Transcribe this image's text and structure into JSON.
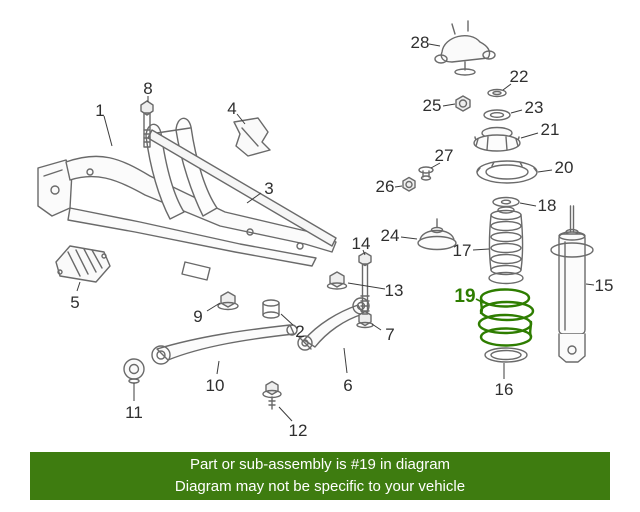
{
  "diagram": {
    "highlighted_part": "19",
    "colors": {
      "highlight": "#2e7d00",
      "line": "#666666",
      "banner_bg": "#3e7c10",
      "banner_text": "#ffffff"
    },
    "callouts": [
      {
        "n": "1"
      },
      {
        "n": "2"
      },
      {
        "n": "3"
      },
      {
        "n": "4"
      },
      {
        "n": "5"
      },
      {
        "n": "6"
      },
      {
        "n": "7"
      },
      {
        "n": "8"
      },
      {
        "n": "9"
      },
      {
        "n": "10"
      },
      {
        "n": "11"
      },
      {
        "n": "12"
      },
      {
        "n": "13"
      },
      {
        "n": "14"
      },
      {
        "n": "15"
      },
      {
        "n": "16"
      },
      {
        "n": "17"
      },
      {
        "n": "18"
      },
      {
        "n": "19"
      },
      {
        "n": "20"
      },
      {
        "n": "21"
      },
      {
        "n": "22"
      },
      {
        "n": "23"
      },
      {
        "n": "24"
      },
      {
        "n": "25"
      },
      {
        "n": "26"
      },
      {
        "n": "27"
      },
      {
        "n": "28"
      }
    ]
  },
  "banner": {
    "line1": "Part or sub-assembly is #19 in diagram",
    "line2": "Diagram may not be specific to your vehicle"
  }
}
